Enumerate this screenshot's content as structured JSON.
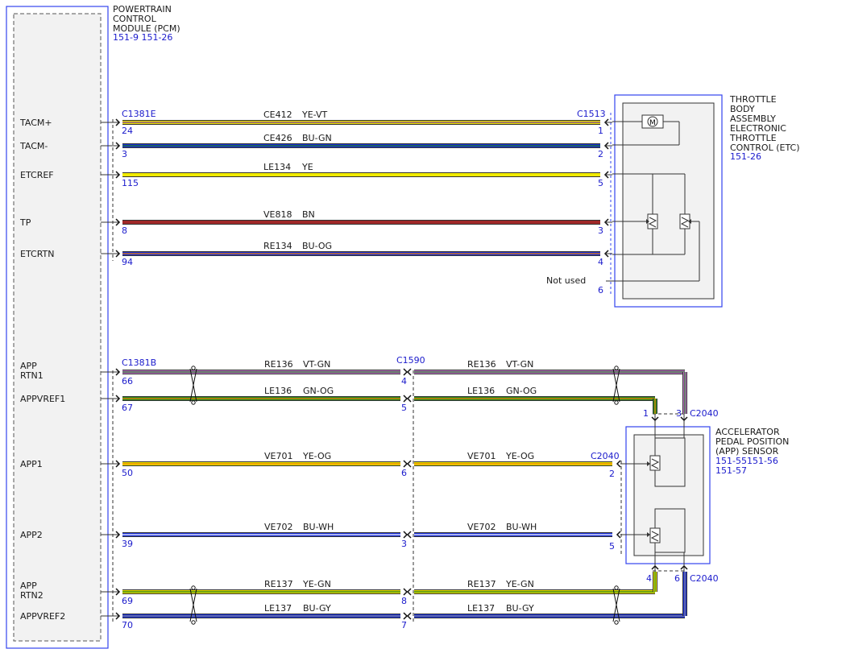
{
  "pcm": {
    "title": [
      "POWERTRAIN",
      "CONTROL",
      "MODULE (PCM)"
    ],
    "refs": "151-9  151-26"
  },
  "etc": {
    "title": [
      "THROTTLE",
      "BODY",
      "ASSEMBLY",
      "ELECTRONIC",
      "THROTTLE",
      "CONTROL (ETC)"
    ],
    "ref": "151-26"
  },
  "app": {
    "title": [
      "ACCELERATOR",
      "PEDAL POSITION",
      "(APP) SENSOR"
    ],
    "refs": [
      "151-55151-56",
      "151-57"
    ]
  },
  "connectors": {
    "c1381e": "C1381E",
    "c1513": "C1513",
    "c1381b": "C1381B",
    "c1590": "C1590",
    "c2040": "C2040"
  },
  "not_used": "Not used",
  "etc_wires": [
    {
      "signal": "TACM+",
      "circuit": "CE412",
      "color": "YE-VT",
      "pcm_pin": "24",
      "etc_pin": "1",
      "stroke": "#e8e000",
      "stripe": "#7a3a99"
    },
    {
      "signal": "TACM-",
      "circuit": "CE426",
      "color": "BU-GN",
      "pcm_pin": "3",
      "etc_pin": "2",
      "stroke": "#1a2fd6",
      "stripe": "#1e7a1e"
    },
    {
      "signal": "ETCREF",
      "circuit": "LE134",
      "color": "YE",
      "pcm_pin": "115",
      "etc_pin": "5",
      "stroke": "#f0ea00",
      "stripe": ""
    },
    {
      "signal": "TP",
      "circuit": "VE818",
      "color": "BN",
      "pcm_pin": "8",
      "etc_pin": "3",
      "stroke": "#a02828",
      "stripe": ""
    },
    {
      "signal": "ETCRTN",
      "circuit": "RE134",
      "color": "BU-OG",
      "pcm_pin": "94",
      "etc_pin": "4",
      "stroke": "#1a2fd6",
      "stripe": "#f08000"
    }
  ],
  "etc_unused_pin": "6",
  "app_wires": [
    {
      "signal": [
        "APP",
        "RTN1"
      ],
      "circuit": "RE136",
      "color": "VT-GN",
      "pcm_pin": "66",
      "c1590_pin": "4",
      "stroke": "#c070c8",
      "stripe": "#1e7a1e"
    },
    {
      "signal": [
        "APPVREF1"
      ],
      "circuit": "LE136",
      "color": "GN-OG",
      "pcm_pin": "67",
      "c1590_pin": "5",
      "stroke": "#2a8a1e",
      "stripe": "#f08000"
    },
    {
      "signal": [
        "APP1"
      ],
      "circuit": "VE701",
      "color": "YE-OG",
      "pcm_pin": "50",
      "c1590_pin": "6",
      "stroke": "#e8e000",
      "stripe": "#f08000"
    },
    {
      "signal": [
        "APP2"
      ],
      "circuit": "VE702",
      "color": "BU-WH",
      "pcm_pin": "39",
      "c1590_pin": "3",
      "stroke": "#1a2fd6",
      "stripe": "#ffffff"
    },
    {
      "signal": [
        "APP",
        "RTN2"
      ],
      "circuit": "RE137",
      "color": "YE-GN",
      "pcm_pin": "69",
      "c1590_pin": "8",
      "stroke": "#e8e000",
      "stripe": "#1e7a1e"
    },
    {
      "signal": [
        "APPVREF2"
      ],
      "circuit": "LE137",
      "color": "BU-GY",
      "pcm_pin": "70",
      "c1590_pin": "7",
      "stroke": "#1a2fd6",
      "stripe": "#888888"
    }
  ],
  "c2040_pins": {
    "vref1": "1",
    "rtn1": "3",
    "app1": "2",
    "app2": "5",
    "rtn2": "4",
    "vref2": "6"
  }
}
